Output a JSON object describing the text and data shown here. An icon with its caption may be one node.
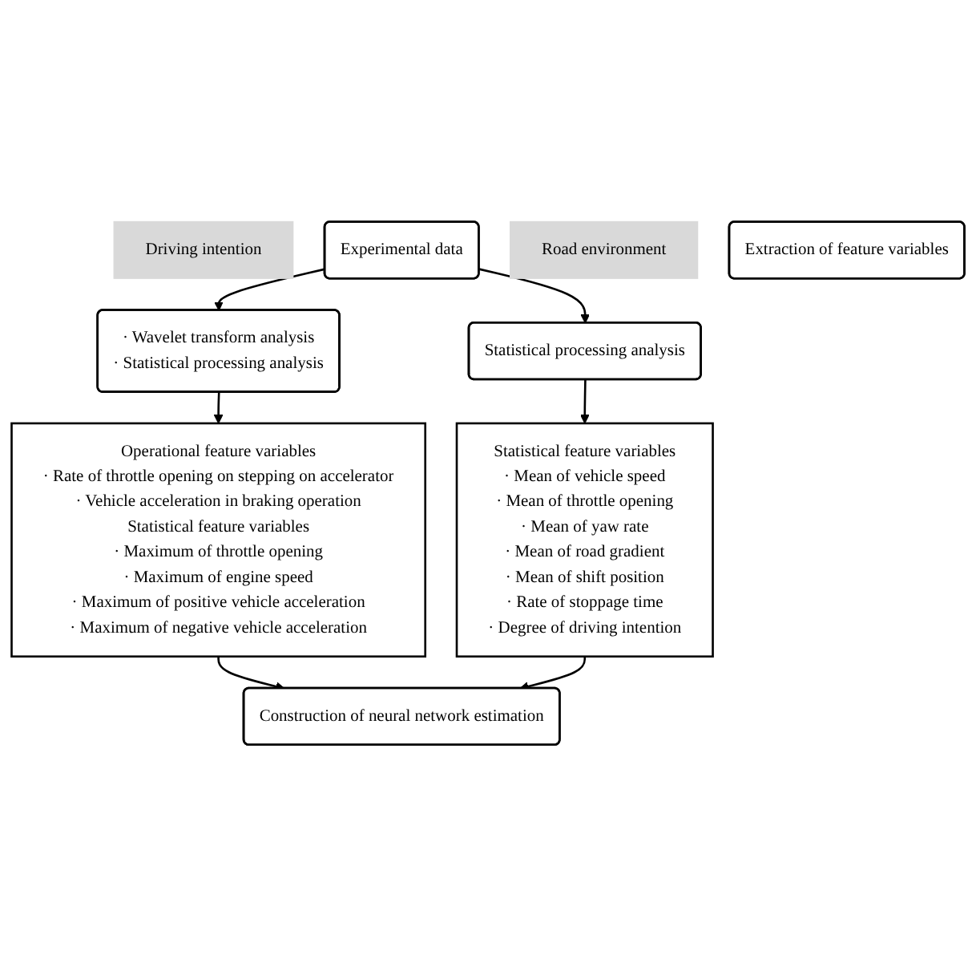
{
  "diagram": {
    "nodes": [
      {
        "text": [
          "Driving intention"
        ]
      },
      {
        "text": [
          "Experimental data"
        ]
      },
      {
        "text": [
          "Road environment"
        ]
      },
      {
        "text": [
          "· Wavelet transform analysis",
          "· Statistical processing analysis"
        ]
      },
      {
        "text": [
          "Statistical processing analysis"
        ]
      },
      {
        "text": [
          "Extraction of feature variables"
        ]
      },
      {
        "text": [
          "Operational feature variables",
          "· Rate of throttle opening on stepping on accelerator",
          "· Vehicle acceleration in braking operation",
          "Statistical feature variables",
          "· Maximum of throttle opening",
          "· Maximum of engine speed",
          "· Maximum of positive vehicle acceleration",
          "· Maximum of negative vehicle acceleration"
        ]
      },
      {
        "text": [
          "Statistical feature variables",
          "· Mean of vehicle speed",
          "· Mean of throttle opening",
          "· Mean of yaw rate",
          "· Mean of road gradient",
          "· Mean of shift position",
          "· Rate of stoppage time",
          "· Degree of driving intention"
        ]
      },
      {
        "text": [
          "Construction of neural network estimation"
        ]
      }
    ],
    "edges": [
      {
        "from": 1,
        "to": 3,
        "arrow": "to"
      },
      {
        "from": 1,
        "to": 4,
        "arrow": "to"
      },
      {
        "from": 3,
        "to": 6,
        "arrow": "to"
      },
      {
        "from": 4,
        "to": 7,
        "arrow": "to"
      },
      {
        "from": 6,
        "to": 8,
        "arrow": "to"
      },
      {
        "from": 7,
        "to": 8,
        "arrow": "to"
      }
    ]
  }
}
